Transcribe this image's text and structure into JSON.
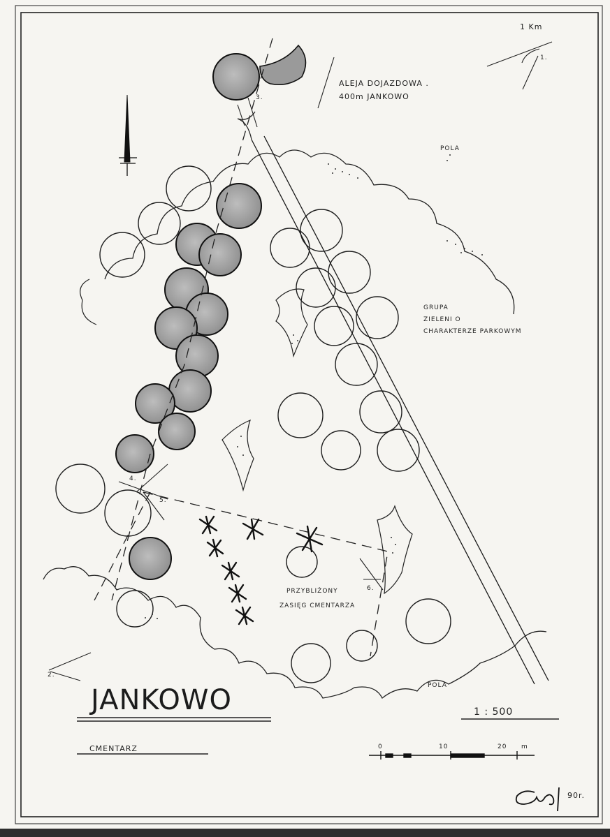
{
  "map": {
    "title": "JANKOWO",
    "subtitle": "CMENTARZ",
    "scale": "1 : 500",
    "north_distance": "1 Km",
    "labels": {
      "aleja_line1": "ALEJA DOJAZDOWA .",
      "aleja_line2": "400m JANKOWO",
      "pola_top": "POLA",
      "pola_bottom": "POLA",
      "grupa_line1": "GRUPA",
      "grupa_line2": "ZIELENI O",
      "grupa_line3": "CHARAKTERZE PARKOWYM",
      "cmentarz_line1": "PRZYBLIŻONY",
      "cmentarz_line2": "ZASIĘG CMENTARZA"
    },
    "viewpoints": [
      "1.",
      "2.",
      "3.",
      "4.",
      "5.",
      "6."
    ],
    "scale_bar": {
      "ticks": [
        "0",
        "10",
        "20"
      ],
      "unit": "m"
    },
    "signature": "90r."
  }
}
